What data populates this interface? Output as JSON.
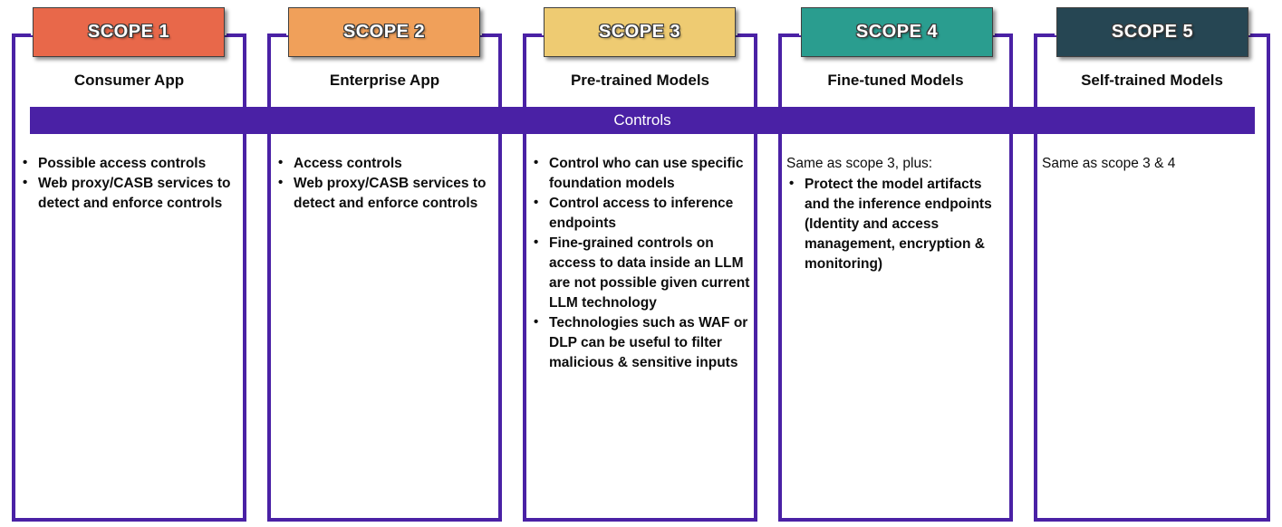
{
  "banner": {
    "label": "Controls",
    "color": "#4A21A5"
  },
  "theme": {
    "bracket_color": "#4A21A5",
    "text_color": "#0d0d0d",
    "background": "#ffffff"
  },
  "columns": [
    {
      "scope_label": "SCOPE 1",
      "subtitle": "Consumer App",
      "chip_color": "#E8684A",
      "intro": "",
      "bullets": [
        "Possible access controls",
        "Web proxy/CASB services to detect and enforce controls"
      ]
    },
    {
      "scope_label": "SCOPE 2",
      "subtitle": "Enterprise App",
      "chip_color": "#F0A05A",
      "intro": "",
      "bullets": [
        "Access controls",
        "Web proxy/CASB services to detect and enforce controls"
      ]
    },
    {
      "scope_label": "SCOPE 3",
      "subtitle": "Pre-trained Models",
      "chip_color": "#EECB72",
      "intro": "",
      "bullets": [
        "Control who can use specific foundation models",
        "Control access to inference endpoints",
        "Fine-grained controls on access to data inside an LLM are not possible given current LLM technology",
        "Technologies such as WAF or DLP can be useful to filter malicious & sensitive inputs"
      ]
    },
    {
      "scope_label": "SCOPE 4",
      "subtitle": "Fine-tuned Models",
      "chip_color": "#2A9D8F",
      "intro": "Same as scope 3, plus:",
      "bullets": [
        "Protect the model artifacts and the inference endpoints (Identity and access management, encryption & monitoring)"
      ]
    },
    {
      "scope_label": "SCOPE 5",
      "subtitle": "Self-trained Models",
      "chip_color": "#264653",
      "intro": "Same as scope 3 & 4",
      "bullets": []
    }
  ]
}
